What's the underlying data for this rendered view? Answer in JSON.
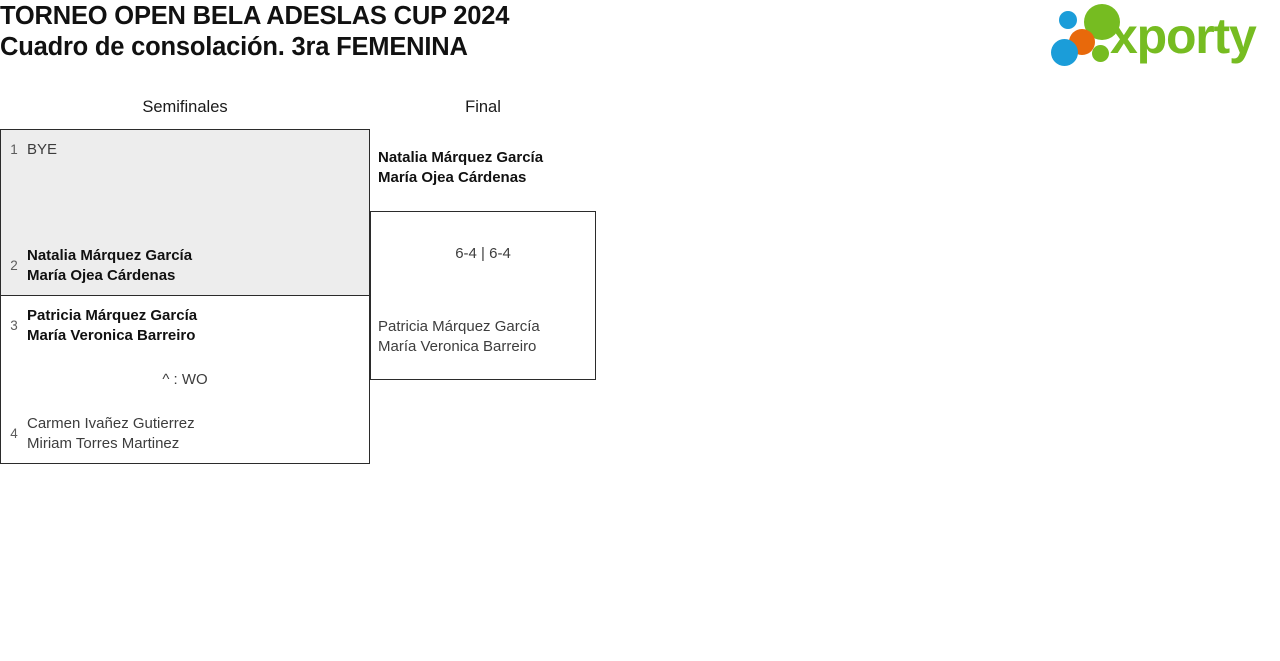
{
  "header": {
    "title_line1": "TORNEO OPEN BELA ADESLAS CUP 2024",
    "title_line2": "Cuadro de consolación. 3ra FEMENINA"
  },
  "logo": {
    "word": "xporty",
    "green": "#76bc21",
    "blue": "#1b9dd9",
    "orange": "#e8690b"
  },
  "rounds": [
    {
      "label": "Semifinales"
    },
    {
      "label": "Final"
    }
  ],
  "matches": {
    "semifinal_1": {
      "highlighted": true,
      "score": "",
      "top": {
        "seed": "1",
        "line1": "BYE",
        "line2": "",
        "winner": false
      },
      "bottom": {
        "seed": "2",
        "line1": "Natalia Márquez García",
        "line2": "María Ojea Cárdenas",
        "winner": true
      }
    },
    "semifinal_2": {
      "highlighted": false,
      "score": "^ : WO",
      "top": {
        "seed": "3",
        "line1": "Patricia Márquez García",
        "line2": "María Veronica Barreiro",
        "winner": true
      },
      "bottom": {
        "seed": "4",
        "line1": "Carmen Ivañez Gutierrez",
        "line2": "Miriam Torres Martinez",
        "winner": false
      }
    },
    "final": {
      "score": "6-4 | 6-4",
      "top": {
        "line1": "Natalia Márquez García",
        "line2": "María Ojea Cárdenas",
        "winner": true
      },
      "bottom": {
        "line1": "Patricia Márquez García",
        "line2": "María Veronica Barreiro",
        "winner": false
      }
    }
  }
}
